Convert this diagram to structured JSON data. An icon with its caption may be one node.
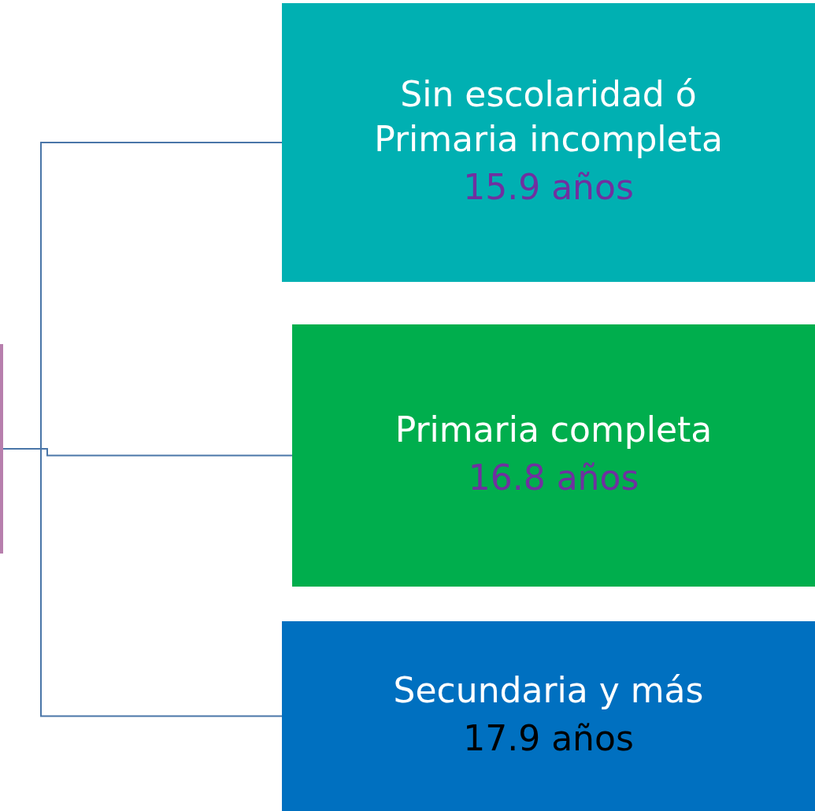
{
  "diagram": {
    "nodes": [
      {
        "text": [],
        "shape": "bar"
      },
      {
        "text": [
          "Sin escolaridad ó Primaria incompleta",
          "15.9 años"
        ]
      },
      {
        "text": [
          "Primaria completa",
          "16.8 años"
        ]
      },
      {
        "text": [
          "Secundaria y más",
          "17.9 años"
        ]
      }
    ],
    "edges": [
      {
        "from": 0,
        "to": 1,
        "arrow": "none"
      },
      {
        "from": 0,
        "to": 2,
        "arrow": "none"
      },
      {
        "from": 0,
        "to": 3,
        "arrow": "none"
      }
    ]
  }
}
